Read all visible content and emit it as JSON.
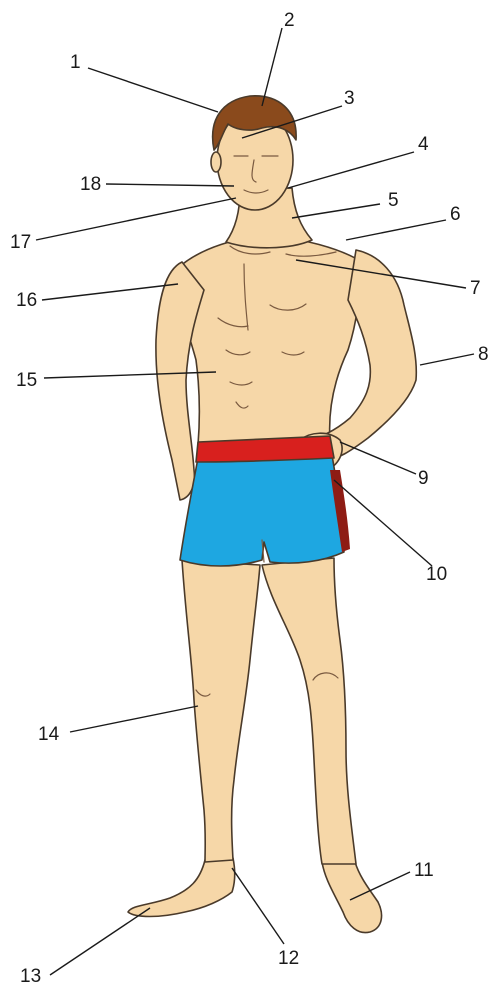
{
  "colors": {
    "skin": "#f6d7a8",
    "skin_shadow": "#e9bf8a",
    "hair": "#8a4a1c",
    "trunks_blue": "#1ea7e1",
    "trunks_red": "#d8201e",
    "trunks_dark_red": "#8e1c14",
    "outline": "#4a3a2a"
  },
  "figure": {
    "name": "male-figure-swim-trunks",
    "icon": "person-standing-icon"
  },
  "labels": [
    {
      "id": "1",
      "text": "1"
    },
    {
      "id": "2",
      "text": "2"
    },
    {
      "id": "3",
      "text": "3"
    },
    {
      "id": "4",
      "text": "4"
    },
    {
      "id": "5",
      "text": "5"
    },
    {
      "id": "6",
      "text": "6"
    },
    {
      "id": "7",
      "text": "7"
    },
    {
      "id": "8",
      "text": "8"
    },
    {
      "id": "9",
      "text": "9"
    },
    {
      "id": "10",
      "text": "10"
    },
    {
      "id": "11",
      "text": "11"
    },
    {
      "id": "12",
      "text": "12"
    },
    {
      "id": "13",
      "text": "13"
    },
    {
      "id": "14",
      "text": "14"
    },
    {
      "id": "15",
      "text": "15"
    },
    {
      "id": "16",
      "text": "16"
    },
    {
      "id": "17",
      "text": "17"
    },
    {
      "id": "18",
      "text": "18"
    }
  ]
}
